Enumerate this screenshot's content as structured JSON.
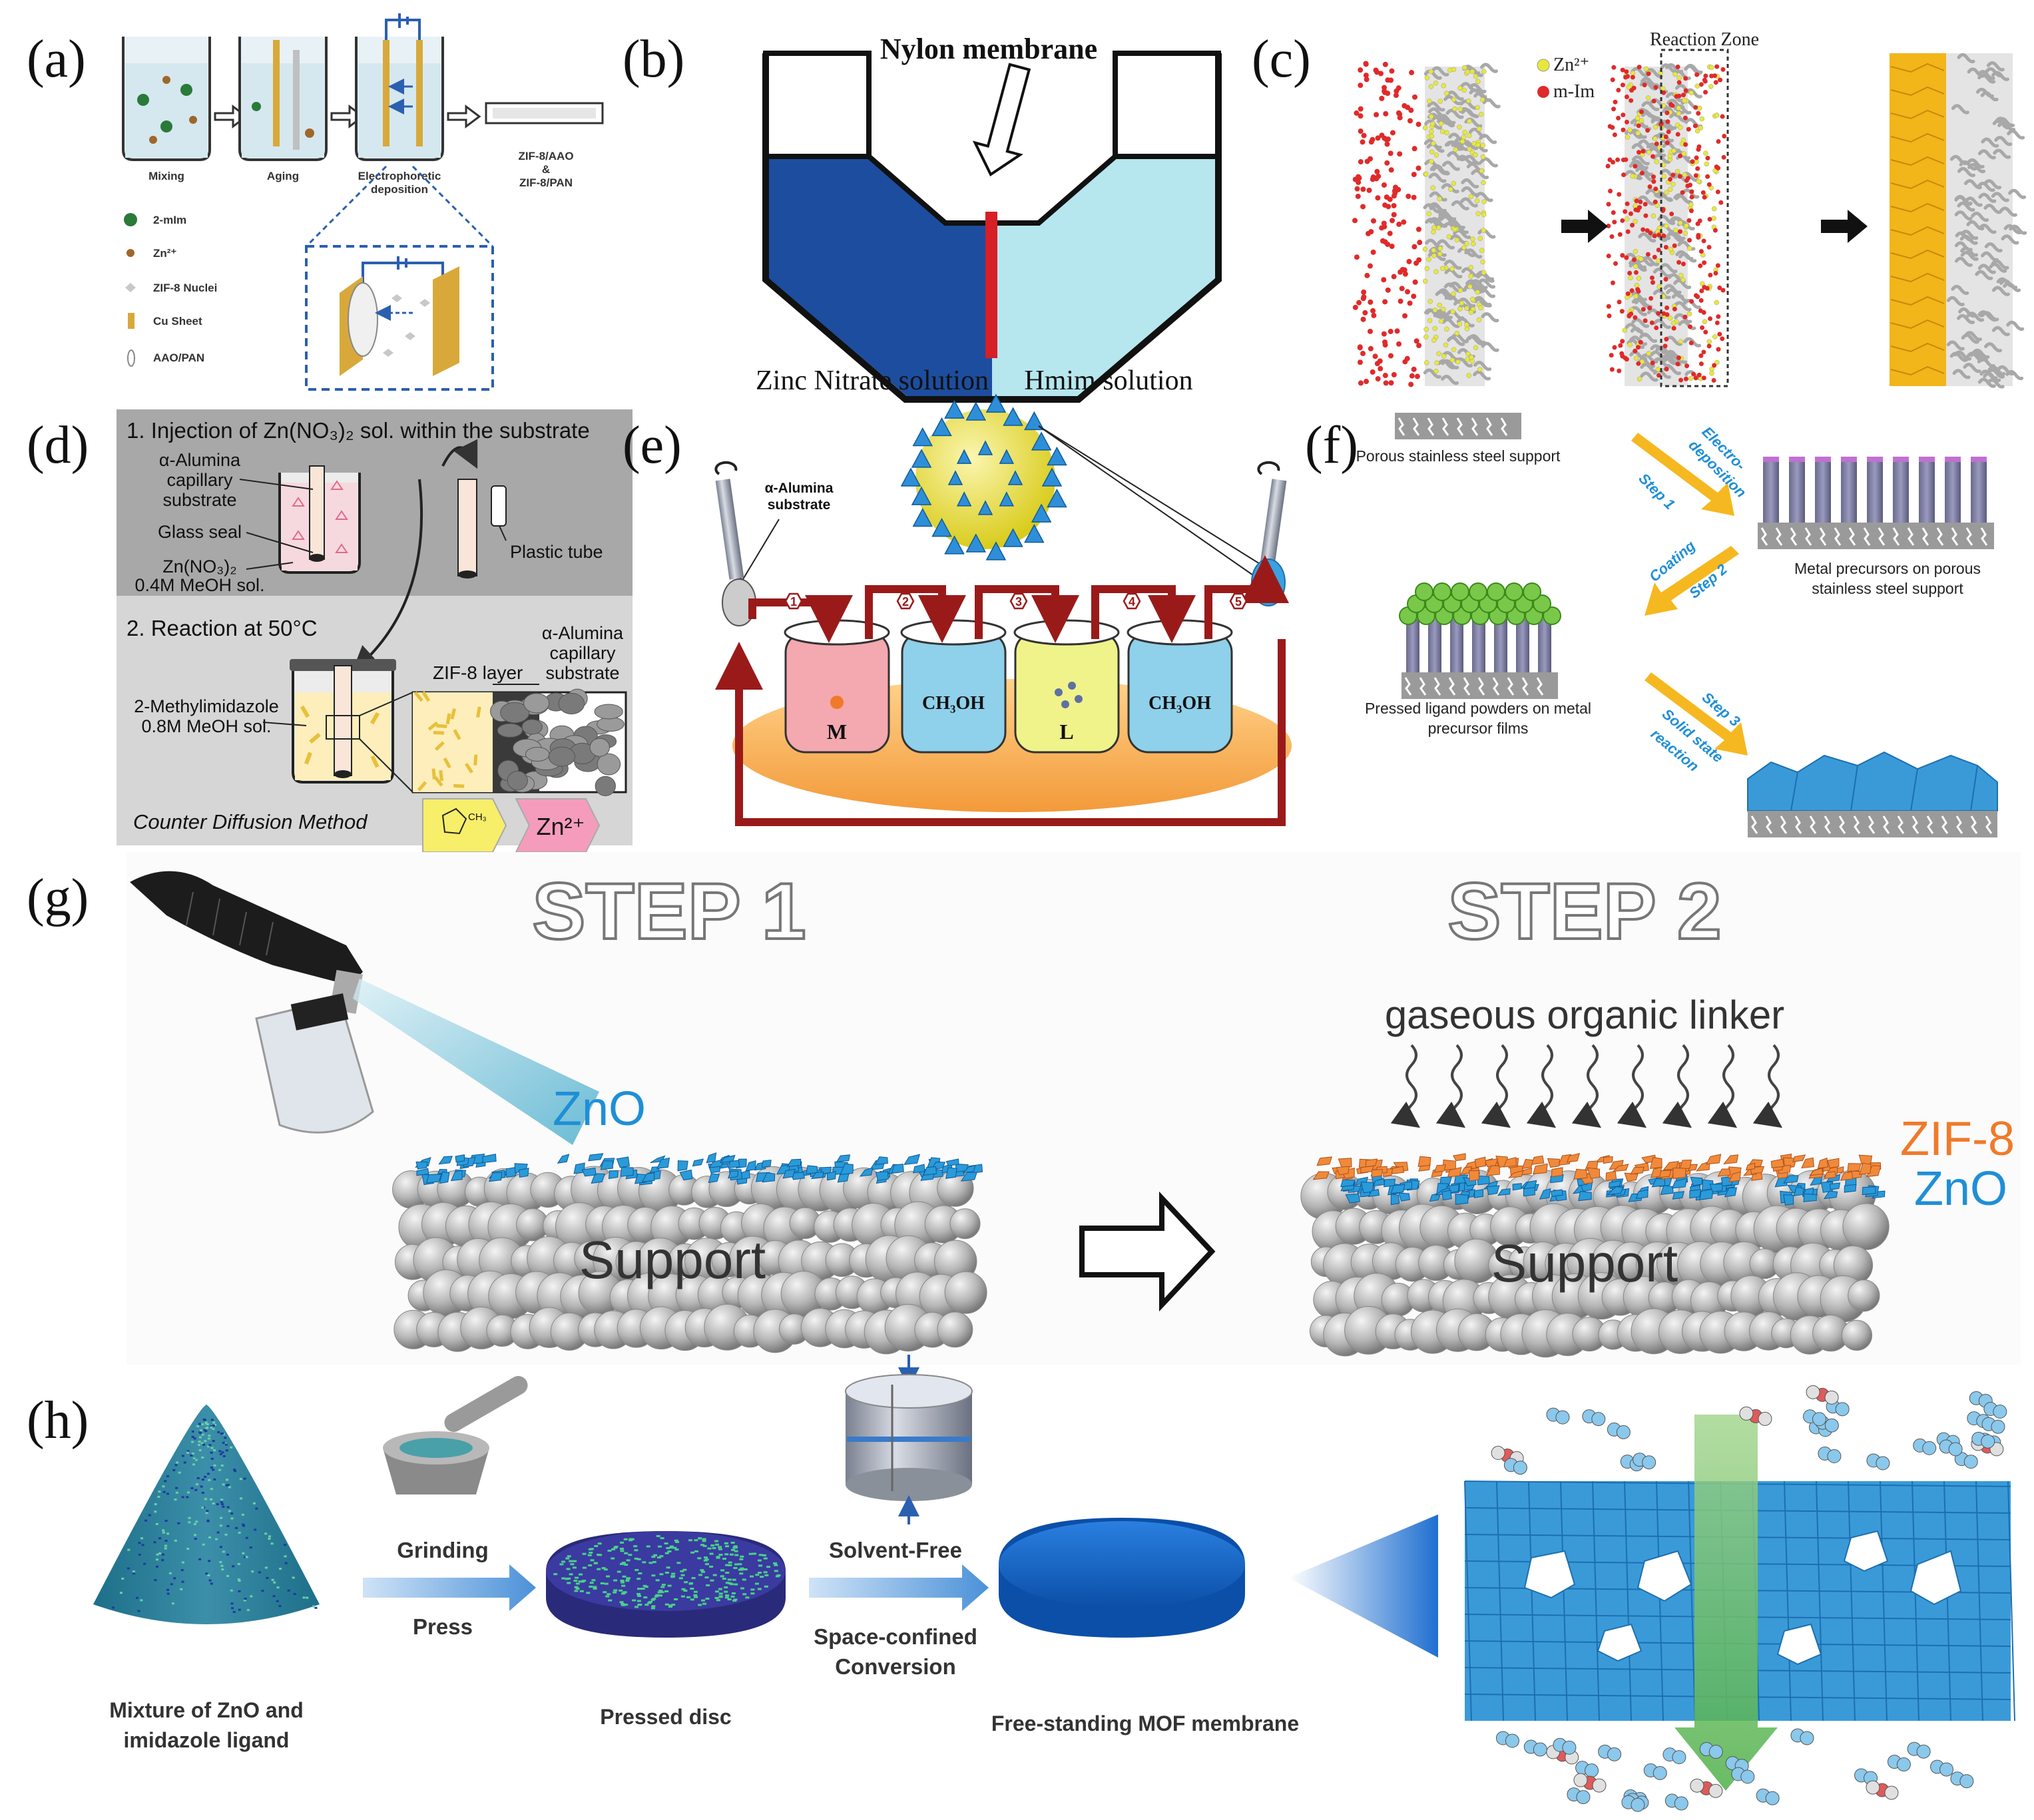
{
  "panel_labels": {
    "a": "(a)",
    "b": "(b)",
    "c": "(c)",
    "d": "(d)",
    "e": "(e)",
    "f": "(f)",
    "g": "(g)",
    "h": "(h)"
  },
  "panel_a": {
    "steps": [
      "Mixing",
      "Aging",
      "Electrophoretic",
      "deposition",
      "ZIF-8/AAO",
      "&",
      "ZIF-8/PAN"
    ],
    "legend": [
      "2-mIm",
      "Zn²⁺",
      "ZIF-8 Nuclei",
      "Cu Sheet",
      "AAO/PAN"
    ]
  },
  "panel_b": {
    "membrane": "Nylon membrane",
    "left_solution": "Zinc Nitrate solution",
    "right_solution": "Hmim solution"
  },
  "panel_c": {
    "legend": [
      "Zn²⁺",
      "m-Im"
    ],
    "zone": "Reaction Zone"
  },
  "panel_d": {
    "step1": "1. Injection of Zn(NO₃)₂ sol. within the substrate",
    "substrate": [
      "α-Alumina",
      "capillary",
      "substrate"
    ],
    "glass_seal": "Glass seal",
    "zn_sol": [
      "Zn(NO₃)₂",
      "0.4M MeOH sol."
    ],
    "plastic_tube": "Plastic tube",
    "step2": "2. Reaction at 50°C",
    "zif_layer": "ZIF-8 layer",
    "substrate2": [
      "α-Alumina",
      "capillary",
      "substrate"
    ],
    "mim_sol": [
      "2-Methylimidazole",
      "0.8M MeOH sol."
    ],
    "method": "Counter Diffusion Method",
    "ligand": "CH₃",
    "zn_badge": "Zn²⁺"
  },
  "panel_e": {
    "substrate": [
      "α-Alumina",
      "substrate"
    ],
    "beakers": [
      "M",
      "CH₃OH",
      "L",
      "CH₃OH"
    ],
    "step_numbers": [
      "1",
      "2",
      "3",
      "4",
      "5"
    ]
  },
  "panel_f": {
    "support": "Porous stainless steel support",
    "step1": [
      "Electro-",
      "deposition",
      "Step 1"
    ],
    "precursors": [
      "Metal precursors on porous",
      "stainless steel support"
    ],
    "step2": [
      "Coating",
      "Step 2"
    ],
    "ligand": [
      "Pressed ligand powders on metal",
      "precursor films"
    ],
    "step3": [
      "Step 3",
      "Solid state",
      "reaction"
    ]
  },
  "panel_g": {
    "step1": "STEP 1",
    "step2": "STEP 2",
    "zno": "ZnO",
    "support": "Support",
    "gaseous": "gaseous organic linker",
    "zif8": "ZIF-8",
    "zno2": "ZnO",
    "support2": "Support"
  },
  "panel_h": {
    "grinding": "Grinding",
    "press": "Press",
    "solvent_free": "Solvent-Free",
    "space_confined": [
      "Space-confined",
      "Conversion"
    ],
    "mixture": [
      "Mixture of ZnO and",
      "imidazole ligand"
    ],
    "pressed": "Pressed disc",
    "free_standing": "Free-standing MOF membrane"
  },
  "colors": {
    "dark_blue": "#1d4d9e",
    "light_cyan": "#b6e6ee",
    "red": "#d61f26",
    "yellow": "#f2d22a",
    "gold": "#d8a93a",
    "zif_orange": "#f07a2a",
    "zno_blue": "#1f8fd6",
    "hex_blue": "#2e8fd8",
    "dark_red": "#9a1a1a",
    "grey": "#8a8a8a"
  }
}
